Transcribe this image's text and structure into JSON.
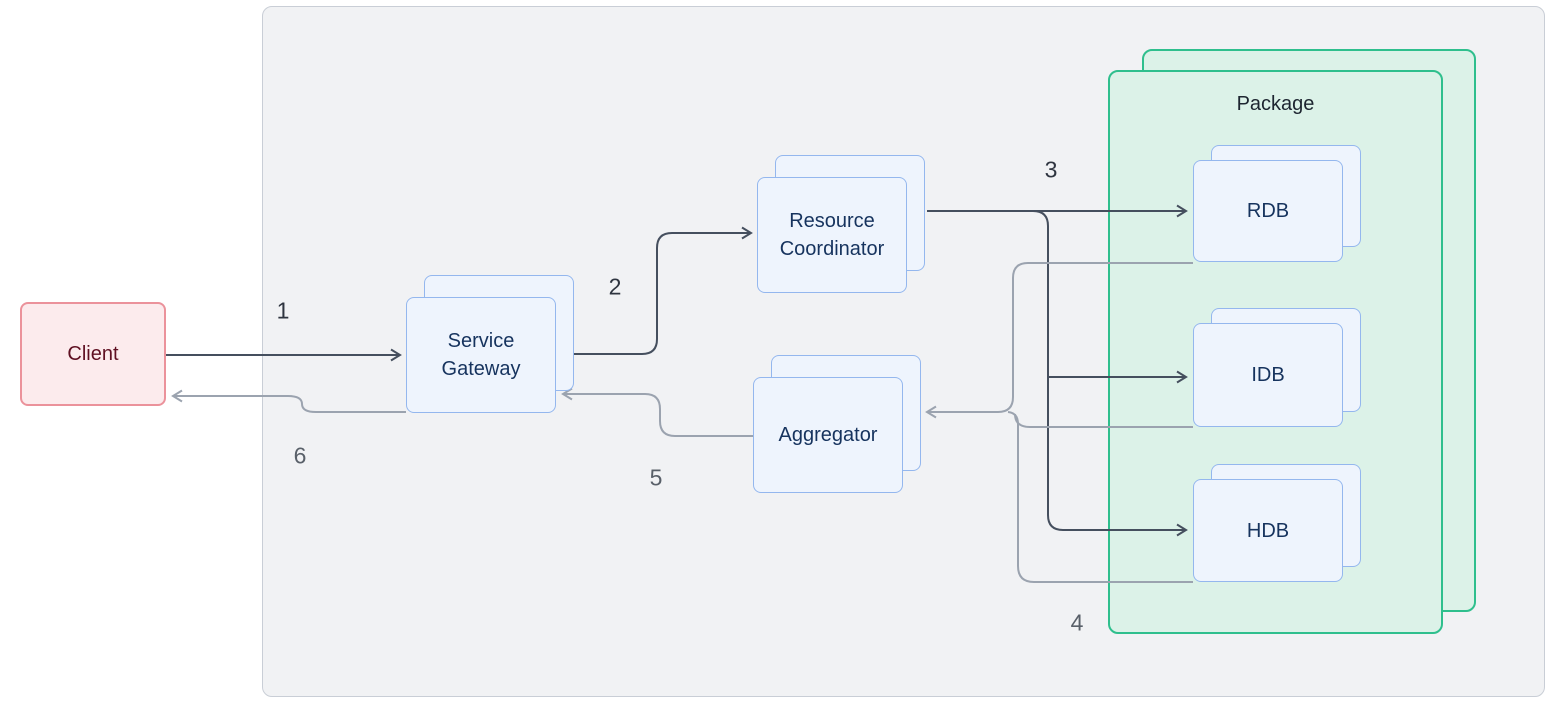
{
  "diagram": {
    "nodes": {
      "client": {
        "label": "Client"
      },
      "service_gateway": {
        "label": "Service Gateway"
      },
      "resource_coordinator": {
        "label": "Resource Coordinator"
      },
      "aggregator": {
        "label": "Aggregator"
      },
      "package": {
        "label": "Package"
      },
      "rdb": {
        "label": "RDB"
      },
      "idb": {
        "label": "IDB"
      },
      "hdb": {
        "label": "HDB"
      }
    },
    "step_labels": {
      "s1": "1",
      "s2": "2",
      "s3": "3",
      "s4": "4",
      "s5": "5",
      "s6": "6"
    },
    "colors": {
      "dark_edge": "#454f5e",
      "gray_edge": "#9ba3af",
      "client_fill": "#fcebed",
      "client_border": "#eb929b",
      "client_text": "#5f1022",
      "blue_fill": "#eef4fd",
      "blue_border": "#94b7ee",
      "blue_text": "#16335e",
      "green_fill": "#dcf2e8",
      "green_border": "#2fbf8d",
      "package_text": "#1d2530",
      "panel_fill": "#f1f2f4",
      "panel_border": "#c9ced6",
      "step_dark": "#2f3540",
      "step_gray": "#596069"
    }
  }
}
